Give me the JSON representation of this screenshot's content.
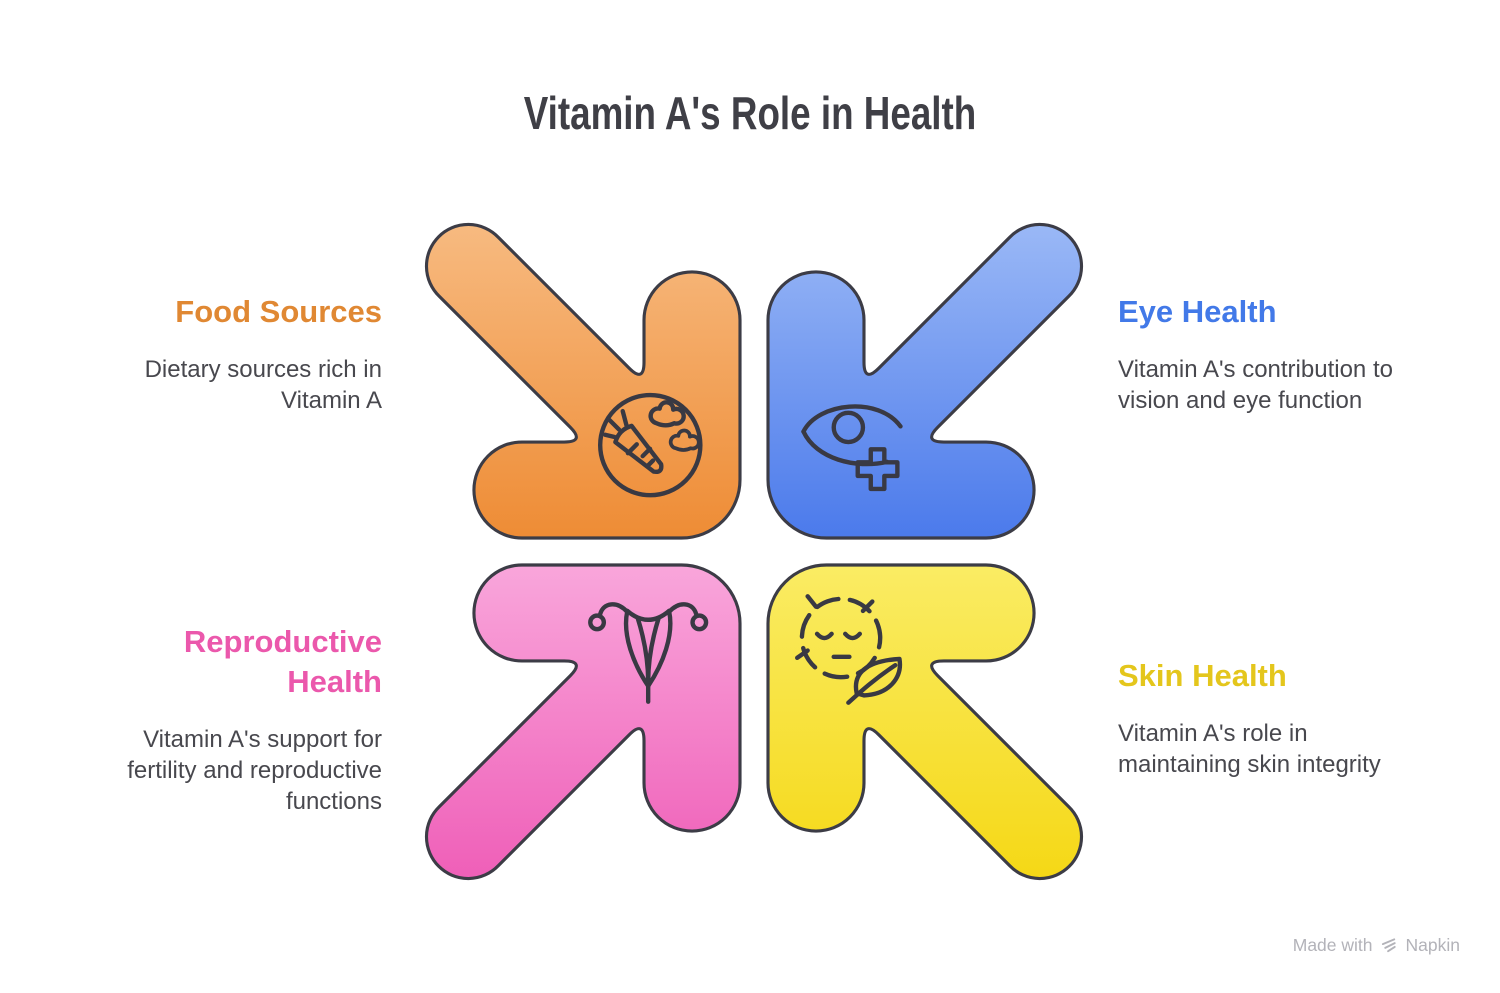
{
  "title": "Vitamin A's Role in Health",
  "title_color": "#3F3F46",
  "body_text_color": "#48484E",
  "outline_color": "#3C3C46",
  "quadrants": [
    {
      "id": "food-sources",
      "position": "top-left",
      "heading": "Food Sources",
      "body": "Dietary sources rich in\nVitamin A",
      "accent_color": "#E08833",
      "arrow_gradient": [
        "#F7BA80",
        "#EE8C35"
      ],
      "icon": "carrot-vegetables-icon",
      "arrow_direction": "down-right"
    },
    {
      "id": "eye-health",
      "position": "top-right",
      "heading": "Eye Health",
      "body": "Vitamin A's contribution to\nvision and eye function",
      "accent_color": "#4279E8",
      "arrow_gradient": [
        "#9AB8F6",
        "#4B7AEB"
      ],
      "icon": "eye-medical-icon",
      "arrow_direction": "down-left"
    },
    {
      "id": "reproductive-health",
      "position": "bottom-left",
      "heading": "Reproductive\nHealth",
      "body": "Vitamin A's support for\nfertility and reproductive\nfunctions",
      "accent_color": "#EB58AC",
      "arrow_gradient": [
        "#F9A6DB",
        "#EF5FB8"
      ],
      "icon": "uterus-icon",
      "arrow_direction": "up-right"
    },
    {
      "id": "skin-health",
      "position": "bottom-right",
      "heading": "Skin Health",
      "body": "Vitamin A's role in\nmaintaining skin integrity",
      "accent_color": "#E4C61C",
      "arrow_gradient": [
        "#FAEC64",
        "#F5D816"
      ],
      "icon": "face-leaf-icon",
      "arrow_direction": "up-left"
    }
  ],
  "watermark": {
    "prefix": "Made with",
    "brand": "Napkin"
  }
}
